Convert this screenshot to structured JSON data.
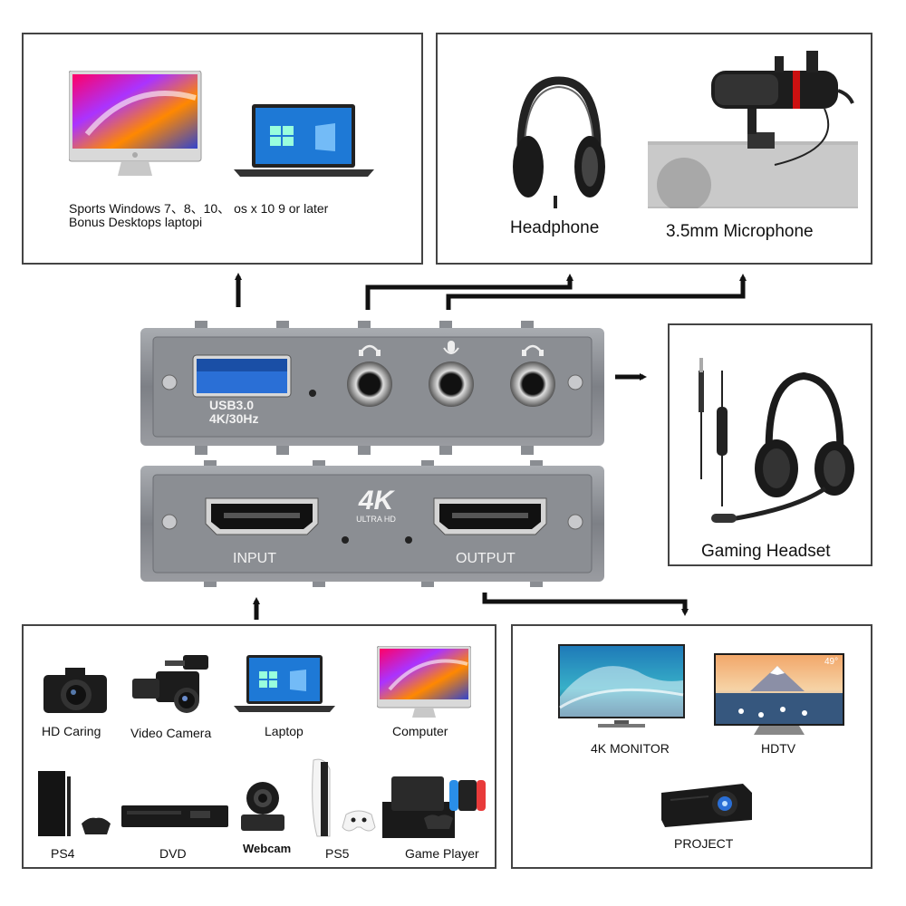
{
  "top_left": {
    "caption_line1": "Sports Windows 7、8、10、 os x 10 9 or later",
    "caption_line2": "Bonus Desktops laptopi"
  },
  "top_right": {
    "headphone_label": "Headphone",
    "microphone_label": "3.5mm Microphone"
  },
  "right_middle": {
    "headset_label": "Gaming Headset"
  },
  "device": {
    "usb_label_line1": "USB3.0",
    "usb_label_line2": "4K/30Hz",
    "logo_main": "4K",
    "logo_sub": "ULTRA HD",
    "input_label": "INPUT",
    "output_label": "OUTPUT"
  },
  "sources": {
    "items": [
      "HD Caring",
      "Video Camera",
      "Laptop",
      "Computer",
      "PS4",
      "DVD",
      "Webcam",
      "PS5",
      "Game Player"
    ]
  },
  "outputs": {
    "items": [
      "4K MONITOR",
      "HDTV",
      "PROJECT"
    ],
    "hdtv_screen_text": "49°"
  },
  "icons": {
    "imac": "imac-icon",
    "laptop": "laptop-icon",
    "headphone": "headphone-icon",
    "microphone": "microphone-icon",
    "headset": "headset-icon",
    "camera": "dslr-camera-icon",
    "camcorder": "video-camera-icon",
    "ps4": "ps4-console-icon",
    "dvd": "dvd-player-icon",
    "webcam": "webcam-icon",
    "ps5": "ps5-console-icon",
    "switch": "game-console-icon",
    "monitor": "4k-monitor-icon",
    "hdtv": "hdtv-icon",
    "projector": "projector-icon"
  },
  "colors": {
    "border": "#444444",
    "arrow": "#111111",
    "device_body": "#8e9196",
    "usb_blue": "#2a6fd6"
  }
}
